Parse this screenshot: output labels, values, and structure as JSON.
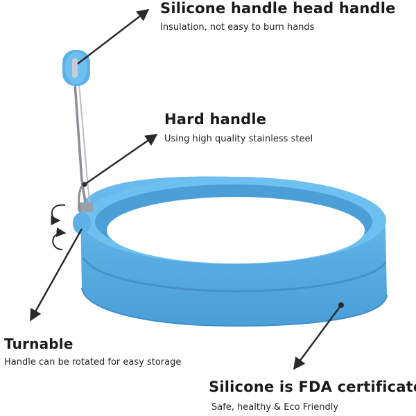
{
  "callouts": {
    "silicone_handle_head": {
      "title": "Silicone handle head handle",
      "subtitle": "Insulation, not easy to burn hands"
    },
    "hard_handle": {
      "title": "Hard handle",
      "subtitle": "Using high quality stainless steel"
    },
    "turnable": {
      "title": "Turnable",
      "subtitle": "Handle can be rotated for easy storage"
    },
    "fda": {
      "title": "Silicone is FDA certificated",
      "subtitle": "Safe, healthy & Eco Friendly"
    }
  },
  "colors": {
    "ring_blue": "#5fb0e6",
    "ring_shadow": "#3f8fc9",
    "arrow": "#2a2a2a"
  }
}
